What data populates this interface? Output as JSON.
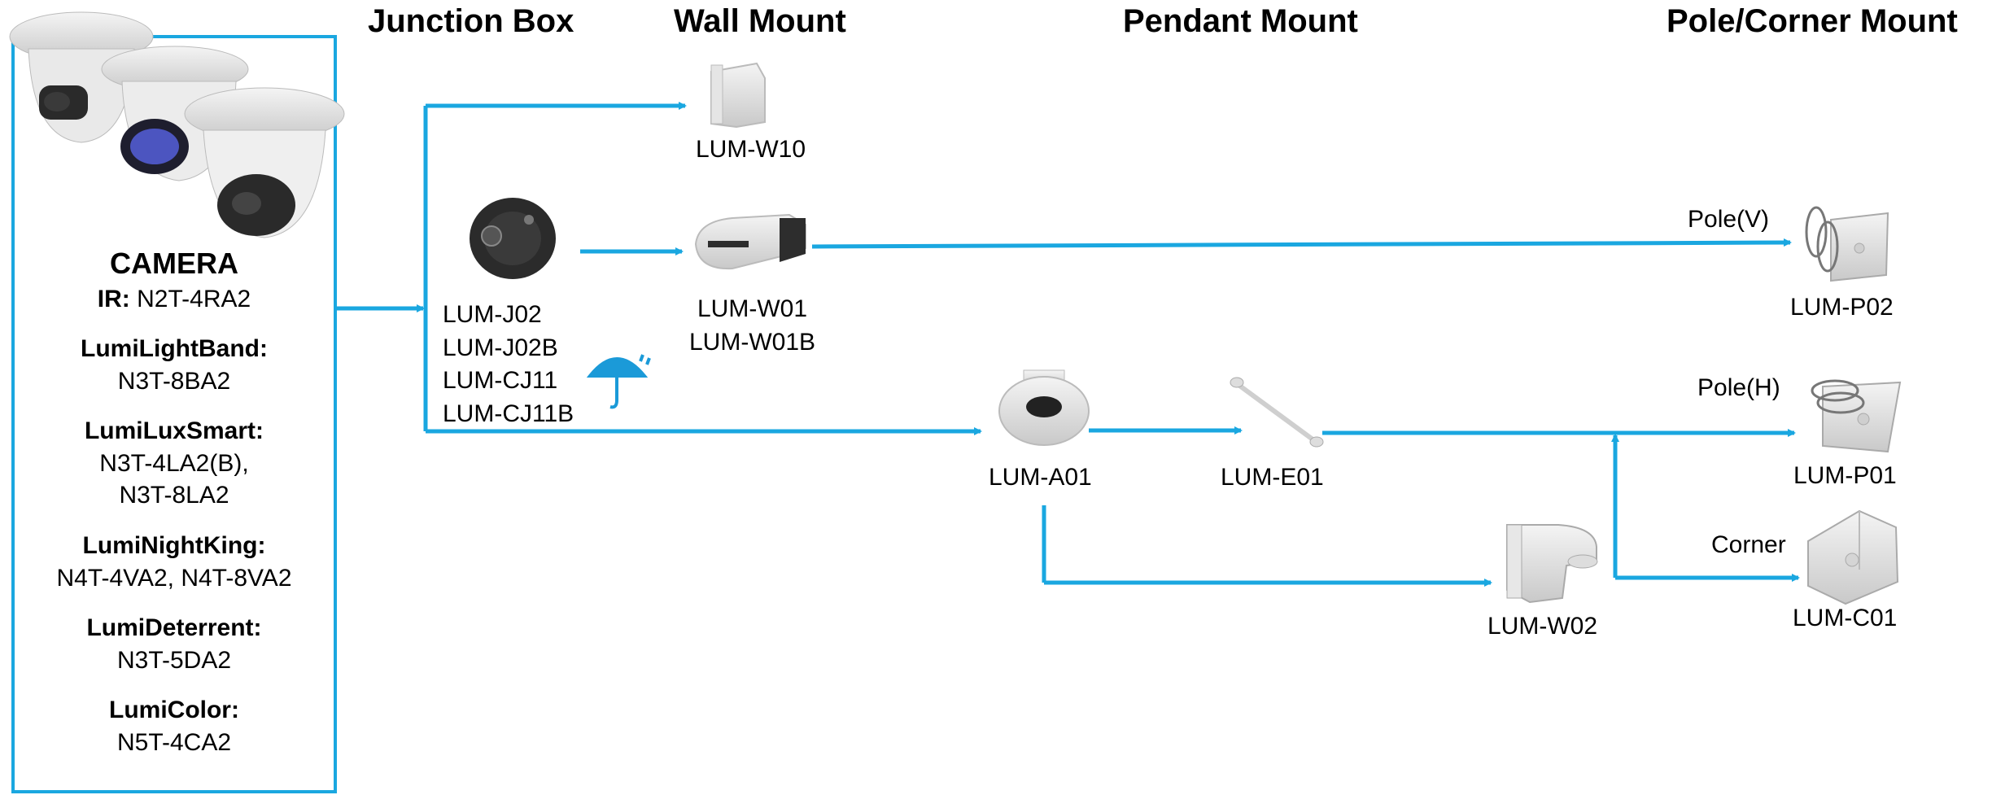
{
  "headers": {
    "junction_box": "Junction Box",
    "wall_mount": "Wall Mount",
    "pendant_mount": "Pendant Mount",
    "pole_corner_mount": "Pole/Corner Mount"
  },
  "camera": {
    "title": "CAMERA",
    "ir_label": "IR:",
    "ir_model": "N2T-4RA2",
    "groups": [
      {
        "name": "LumiLightBand:",
        "models": "N3T-8BA2"
      },
      {
        "name": "LumiLuxSmart:",
        "models": "N3T-4LA2(B),",
        "models2": "N3T-8LA2"
      },
      {
        "name": "LumiNightKing:",
        "models": "N4T-4VA2, N4T-8VA2"
      },
      {
        "name": "LumiDeterrent:",
        "models": "N3T-5DA2"
      },
      {
        "name": "LumiColor:",
        "models": "N5T-4CA2"
      }
    ]
  },
  "junction": {
    "models": [
      "LUM-J02",
      "LUM-J02B",
      "LUM-CJ11",
      "LUM-CJ11B"
    ],
    "icon": "umbrella-rain-icon"
  },
  "wall": {
    "w10": "LUM-W10",
    "w01": "LUM-W01",
    "w01b": "LUM-W01B"
  },
  "pendant": {
    "a01": "LUM-A01",
    "e01": "LUM-E01",
    "w02": "LUM-W02"
  },
  "pole": {
    "pole_v": "Pole(V)",
    "p02": "LUM-P02",
    "pole_h": "Pole(H)",
    "p01": "LUM-P01",
    "corner": "Corner",
    "c01": "LUM-C01"
  },
  "colors": {
    "arrow": "#1aa7e0"
  }
}
